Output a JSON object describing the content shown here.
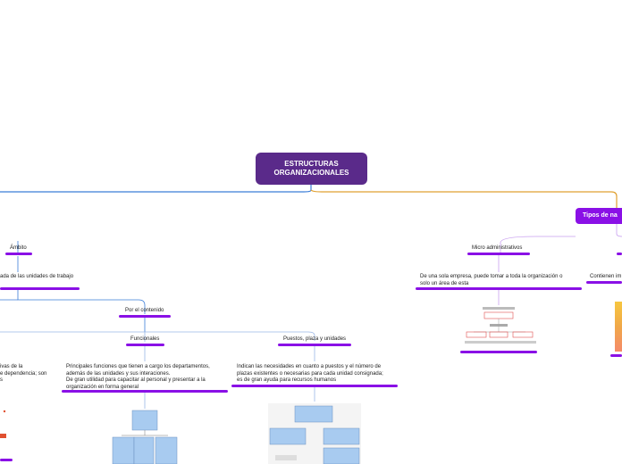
{
  "central_topic": {
    "line1": "ESTRUCTURAS",
    "line2": "ORGANIZACIONALES"
  },
  "branch_label": "Tipos de na",
  "nodes": {
    "ambito": "Ámbito",
    "unidades": "ada de las unidades de trabajo",
    "por_contenido": "Por el contenido",
    "funcionales": "Funcionales",
    "puestos": "Puestos, plaza y unidades",
    "micro": "Micro administrativos",
    "funcionales_desc": [
      "Principales funciones que tienen a cargo los departamentos,",
      "además de las unidades y sus interaciones.",
      "De gran utilidad para capacitar al personal y presentar a la",
      "organización en forma general"
    ],
    "puestos_desc": [
      "Indican las necesidades en cuanto a puestos y el número de",
      "plazas existentes o necesarias para cada unidad consignada;",
      "es de gran ayuda para recursos humanos"
    ],
    "micro_desc": [
      "De una sola empresa, puede tomar a toda la organización o",
      "solo un área de esta"
    ],
    "left_desc": [
      "ivas de la",
      "e dependencia; son",
      "s"
    ],
    "contienen": "Contienen im"
  },
  "colors": {
    "center": "#5a2a8a",
    "accent": "#8a10e6",
    "line_blue": "#3b7dd8",
    "line_orange": "#e0a030"
  }
}
